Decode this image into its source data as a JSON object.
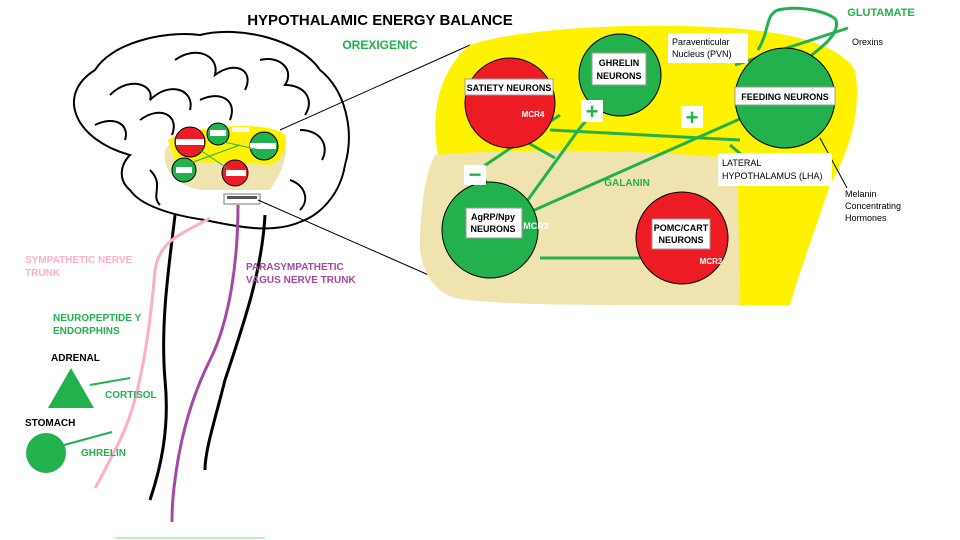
{
  "title": "HYPOTHALAMIC ENERGY BALANCE",
  "labels": {
    "orexigenic": "OREXIGENIC",
    "glutamate": "GLUTAMATE",
    "orexins": "Orexins",
    "pvn_line1": "Paraventicular",
    "pvn_line2": "Nucleus (PVN)",
    "lha_line1": "LATERAL",
    "lha_line2": "HYPOTHALAMUS (LHA)",
    "galanin": "GALANIN",
    "mch_line1": "Melanin",
    "mch_line2": "Concentrating",
    "mch_line3": "Hormones",
    "sympathetic_line1": "SYMPATHETIC NERVE",
    "sympathetic_line2": "TRUNK",
    "parasympathetic_line1": "PARASYMPATHETIC",
    "parasympathetic_line2": "VAGUS NERVE TRUNK",
    "npy_line1": "NEUROPEPTIDE Y",
    "npy_line2": "ENDORPHINS",
    "adrenal": "ADRENAL",
    "cortisol": "CORTISOL",
    "stomach": "STOMACH",
    "ghrelin": "GHRELIN"
  },
  "neurons": {
    "satiety": {
      "line1": "SATIETY NEURONS",
      "receptor": "MCR4"
    },
    "ghrelin": {
      "line1": "GHRELIN",
      "line2": "NEURONS"
    },
    "feeding": {
      "line1": "FEEDING NEURONS"
    },
    "agrp": {
      "line1": "AgRP/Npy",
      "line2": "NEURONS",
      "receptor": "MCR3"
    },
    "pomc": {
      "line1": "POMC/CART",
      "line2": "NEURONS",
      "receptor": "MCR3"
    }
  },
  "signs": {
    "plus": "+",
    "minus": "−"
  },
  "colors": {
    "green": "#22b14c",
    "red": "#ed1c24",
    "yellow": "#fff200",
    "tan": "#efe4b0",
    "pink": "#ffaec9",
    "purple": "#a349a4",
    "black": "#000000"
  }
}
